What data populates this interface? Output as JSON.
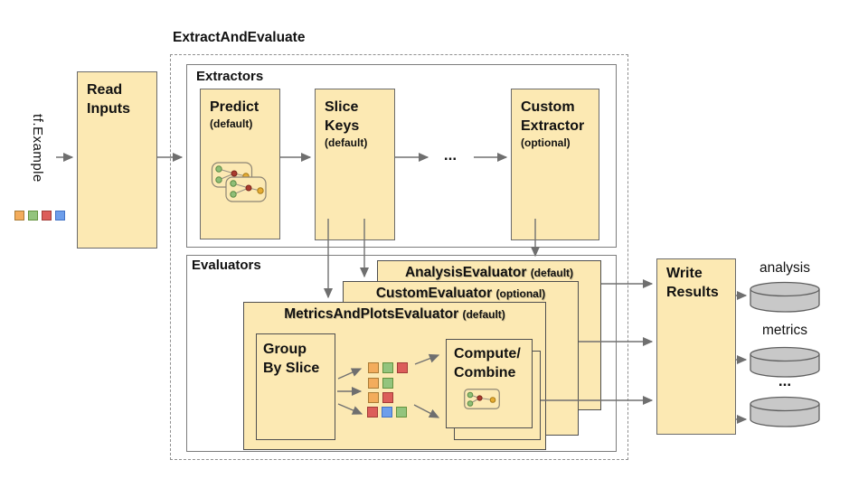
{
  "title": "ExtractAndEvaluate",
  "colors": {
    "vars": {
      "box-fill": "#FCE9B3",
      "box-border": "#6b6b6b",
      "strong-border": "#4f4f4f",
      "container-border": "#7d7d7d",
      "dash-border": "#8f8f8f",
      "arrow": "#717171",
      "cyl-fill": "#C8C8C8",
      "cyl-stroke": "#5f5f5f",
      "text": "#111111"
    },
    "palette": {
      "orange": "#F3AC5C",
      "green": "#93C47D",
      "red": "#DC5D5A",
      "blue": "#6D9EEB"
    },
    "palette_border": {
      "orange": "#A97B36",
      "green": "#64923F",
      "red": "#A13C38",
      "blue": "#4272C4"
    },
    "icon": {
      "green": "#8FBE77",
      "red": "#A93B2E",
      "yellow": "#E5AC33"
    }
  },
  "input": {
    "label": "tf.Example",
    "squares": [
      "orange",
      "green",
      "red",
      "blue"
    ]
  },
  "read_inputs": {
    "lines": [
      "Read",
      "Inputs"
    ]
  },
  "extractors": {
    "label": "Extractors",
    "predict": {
      "name": "Predict",
      "qualifier": "(default)"
    },
    "slice_keys": {
      "line1": "Slice",
      "line2": "Keys",
      "qualifier": "(default)"
    },
    "ellipsis": "...",
    "custom_extractor": {
      "line1": "Custom",
      "line2": "Extractor",
      "qualifier": "(optional)"
    }
  },
  "evaluators": {
    "label": "Evaluators",
    "analysis_evaluator": {
      "name": "AnalysisEvaluator",
      "qualifier": "(default)"
    },
    "custom_evaluator": {
      "name": "CustomEvaluator",
      "qualifier": "(optional)"
    },
    "metrics_and_plots_evaluator": {
      "name": "MetricsAndPlotsEvaluator",
      "qualifier": "(default)"
    },
    "group_by_slice": {
      "line1": "Group",
      "line2": "By Slice"
    },
    "compute_combine": {
      "line1": "Compute/",
      "line2": "Combine"
    },
    "slice_rows": [
      [
        "orange",
        "green",
        "red"
      ],
      [
        "orange",
        "green"
      ],
      [
        "orange",
        "red"
      ],
      [
        "red",
        "blue",
        "green"
      ]
    ]
  },
  "write_results": {
    "line1": "Write",
    "line2": "Results"
  },
  "outputs": {
    "analysis": "analysis",
    "metrics": "metrics",
    "ellipsis": "..."
  }
}
